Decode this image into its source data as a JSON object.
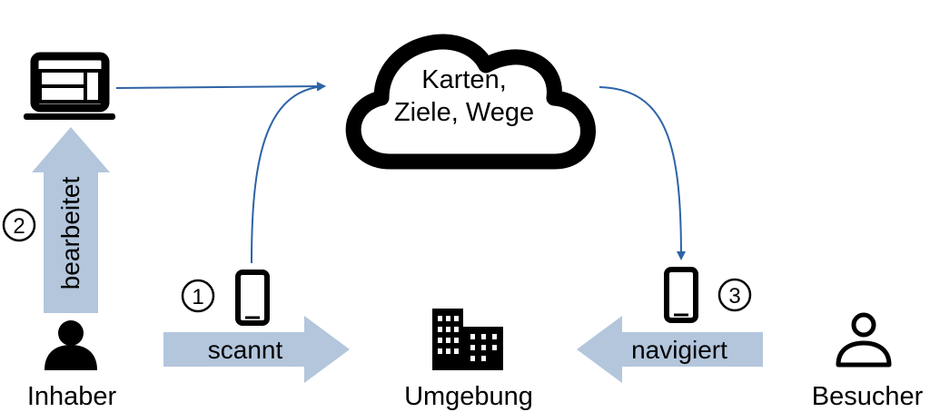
{
  "cloud": {
    "line1": "Karten,",
    "line2": "Ziele, Wege"
  },
  "actors": {
    "owner": {
      "label": "Inhaber"
    },
    "environment": {
      "label": "Umgebung"
    },
    "visitor": {
      "label": "Besucher"
    }
  },
  "steps": {
    "edit": {
      "number": "2",
      "label": "bearbeitet"
    },
    "scan": {
      "number": "1",
      "label": "scannt"
    },
    "navigate": {
      "number": "3",
      "label": "navigiert"
    }
  },
  "colors": {
    "block_arrow": "#b3c6dc",
    "connector": "#2e63a6",
    "ink": "#000000"
  },
  "icons": {
    "editor": "laptop-icon",
    "owner": "person-filled-icon",
    "visitor": "person-outline-icon",
    "building": "building-icon",
    "phone": "smartphone-icon",
    "cloud": "cloud-icon"
  }
}
